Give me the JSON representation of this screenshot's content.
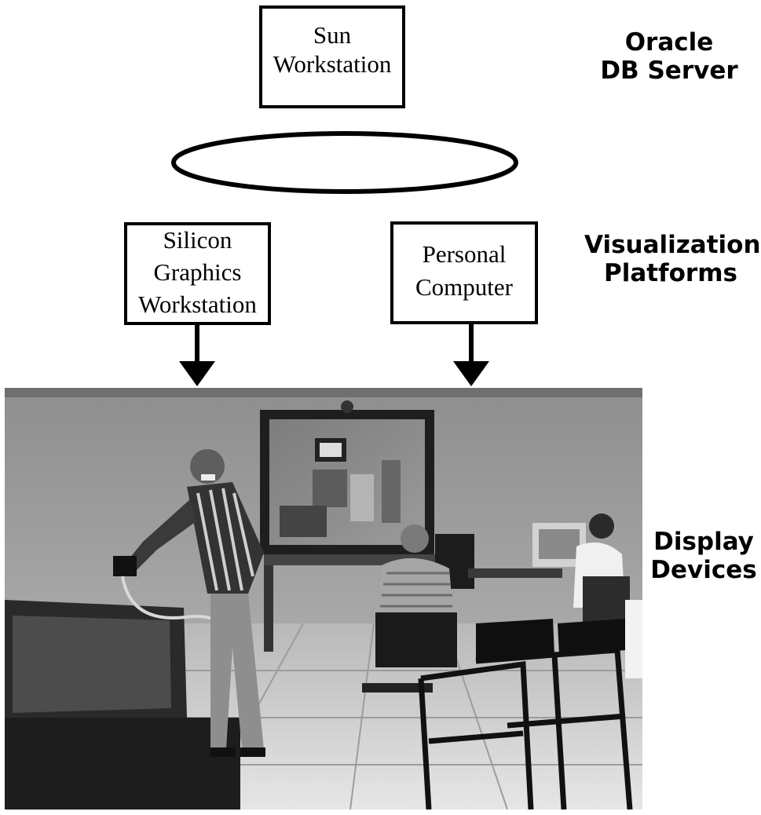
{
  "nodes": {
    "sun_workstation": "Sun\nWorkstation",
    "silicon_graphics": "Silicon\nGraphics\nWorkstation",
    "personal_computer": "Personal\nComputer"
  },
  "tiers": {
    "db_server": "Oracle\nDB Server",
    "visualization": "Visualization\nPlatforms",
    "display": "Display\nDevices"
  },
  "photo": {
    "description_icon": "vr-room-photo"
  },
  "colors": {
    "stroke": "#000000",
    "background": "#ffffff"
  }
}
